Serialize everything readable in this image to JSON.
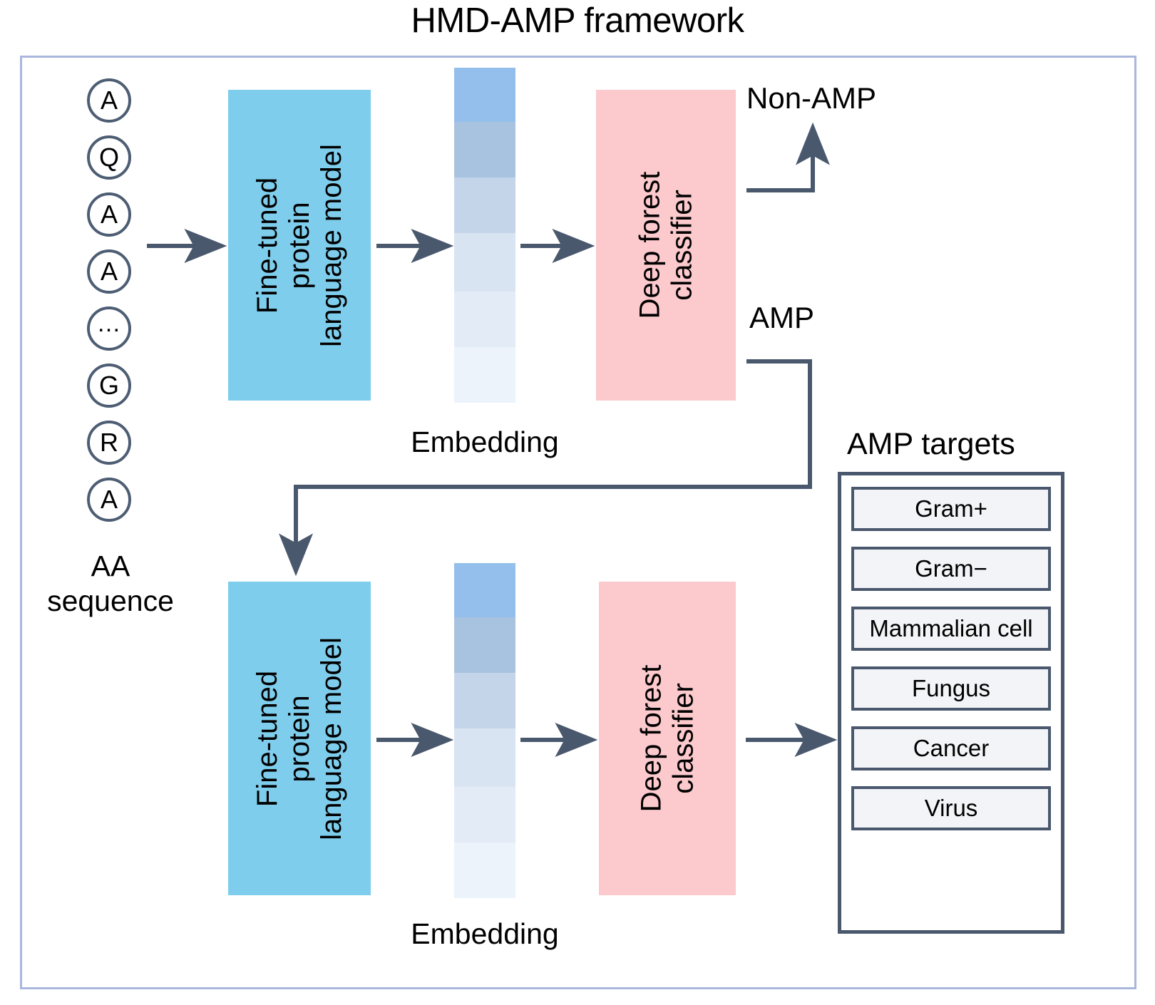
{
  "title": "HMD-AMP framework",
  "sequence": {
    "label_line1": "AA",
    "label_line2": "sequence",
    "residues": [
      "A",
      "Q",
      "A",
      "A",
      "…",
      "G",
      "R",
      "A"
    ]
  },
  "stages": {
    "top": {
      "model_box": "Fine-tuned\nprotein\nlanguage model",
      "model_box_line1": "Fine-tuned",
      "model_box_line2": "protein",
      "model_box_line3": "language model",
      "embedding_label": "Embedding",
      "classifier_box_line1": "Deep forest",
      "classifier_box_line2": "classifier"
    },
    "bottom": {
      "model_box_line1": "Fine-tuned",
      "model_box_line2": "protein",
      "model_box_line3": "language model",
      "embedding_label": "Embedding",
      "classifier_box_line1": "Deep forest",
      "classifier_box_line2": "classifier"
    }
  },
  "outputs": {
    "non_amp": "Non-AMP",
    "amp": "AMP"
  },
  "targets": {
    "heading": "AMP targets",
    "items": [
      "Gram+",
      "Gram−",
      "Mammalian cell",
      "Fungus",
      "Cancer",
      "Virus"
    ]
  },
  "colors": {
    "frame_border": "#aab7dd",
    "model_box": "#7fcdec",
    "classifier_box": "#fcc9cd",
    "wire": "#4a586e",
    "circle_border": "#4d5d73",
    "target_fill": "#f2f4f7"
  },
  "embedding_cells": [
    {
      "color": "#94bfec",
      "height": 76
    },
    {
      "color": "#a8c3e0",
      "height": 78
    },
    {
      "color": "#c4d5ea",
      "height": 78
    },
    {
      "color": "#d9e4f3",
      "height": 82
    },
    {
      "color": "#e3ebf6",
      "height": 78
    },
    {
      "color": "#edf3fb",
      "height": 78
    }
  ]
}
